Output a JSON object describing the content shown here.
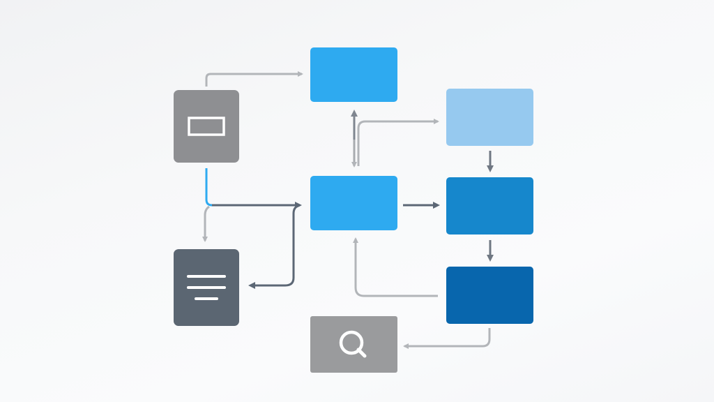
{
  "diagram": {
    "nodes": [
      {
        "id": "device-node",
        "shape": "rounded-rect",
        "color": "#8e8f92",
        "icon": "rectangle-icon"
      },
      {
        "id": "document-node",
        "shape": "rounded-rect",
        "color": "#5b6672",
        "icon": "text-lines-icon"
      },
      {
        "id": "top-center-node",
        "shape": "rect",
        "color": "#2eaaf0",
        "icon": null
      },
      {
        "id": "middle-center-node",
        "shape": "rect",
        "color": "#2eaaf0",
        "icon": null
      },
      {
        "id": "top-right-node",
        "shape": "rect",
        "color": "#96c9ef",
        "icon": null
      },
      {
        "id": "middle-right-node",
        "shape": "rect",
        "color": "#1687cc",
        "icon": null
      },
      {
        "id": "bottom-right-node",
        "shape": "rect",
        "color": "#0866ad",
        "icon": null
      },
      {
        "id": "search-node",
        "shape": "rect",
        "color": "#9a9b9d",
        "icon": "search-icon"
      }
    ],
    "edges": [
      {
        "from": "device-node",
        "to": "top-center-node",
        "color": "#b2b5b9"
      },
      {
        "from": "device-node",
        "to": "document-node",
        "color": "#b2b5b9"
      },
      {
        "from": "device-node",
        "to": "middle-center-node",
        "color": "#5c6775"
      },
      {
        "from": "middle-center-node",
        "to": "document-node",
        "color": "#5c6775"
      },
      {
        "from": "middle-center-node",
        "to": "top-center-node",
        "color": "#7f8690"
      },
      {
        "from": "top-center-node",
        "to": "middle-center-node",
        "color": "#a9acb0"
      },
      {
        "from": "middle-center-node",
        "to": "top-right-node",
        "color": "#b2b5b9"
      },
      {
        "from": "middle-center-node",
        "to": "middle-right-node",
        "color": "#5c6775"
      },
      {
        "from": "top-right-node",
        "to": "middle-right-node",
        "color": "#6f7782"
      },
      {
        "from": "middle-right-node",
        "to": "bottom-right-node",
        "color": "#6f7782"
      },
      {
        "from": "bottom-right-node",
        "to": "middle-center-node",
        "color": "#b2b5b9"
      },
      {
        "from": "bottom-right-node",
        "to": "search-node",
        "color": "#b2b5b9"
      }
    ],
    "accent_colors": {
      "device_link_highlight": "#2eaaf0"
    }
  }
}
